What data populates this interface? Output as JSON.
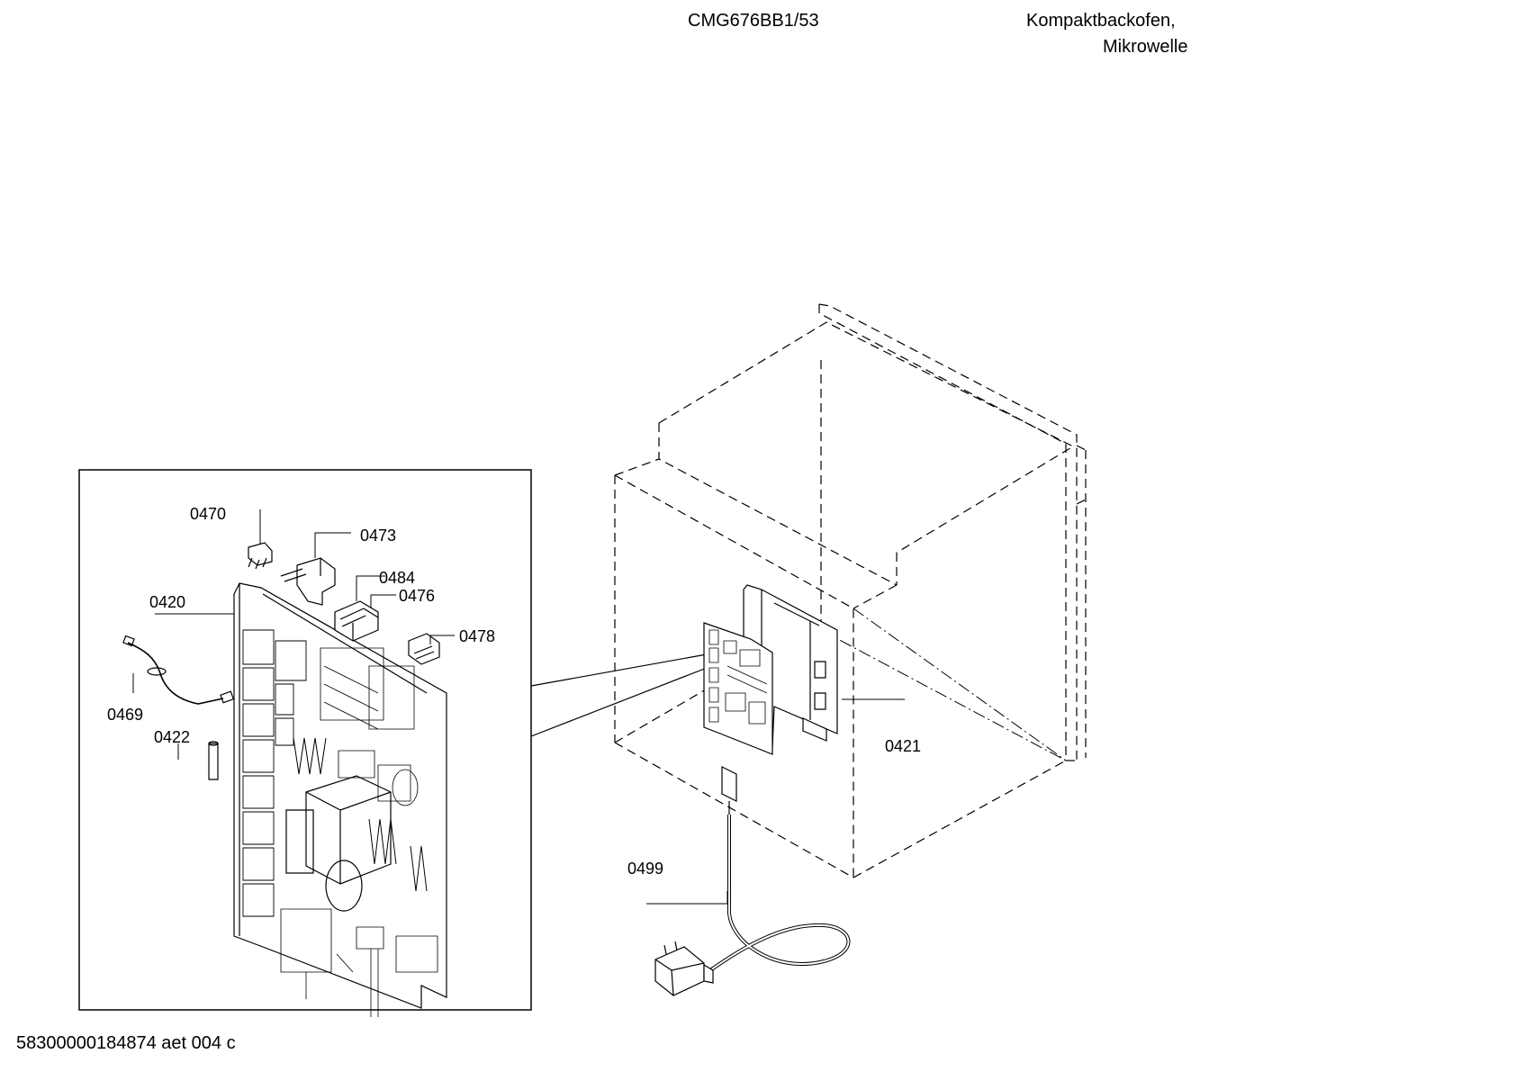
{
  "header": {
    "model": "CMG676BB1/53",
    "description_line1": "Kompaktbackofen,",
    "description_line2": "Mikrowelle"
  },
  "footer": {
    "document_code": "58300000184874 aet 004 c"
  },
  "callouts": {
    "p0470": "0470",
    "p0473": "0473",
    "p0484": "0484",
    "p0476": "0476",
    "p0420": "0420",
    "p0478": "0478",
    "p0469": "0469",
    "p0422": "0422",
    "p0421": "0421",
    "p0499": "0499"
  }
}
